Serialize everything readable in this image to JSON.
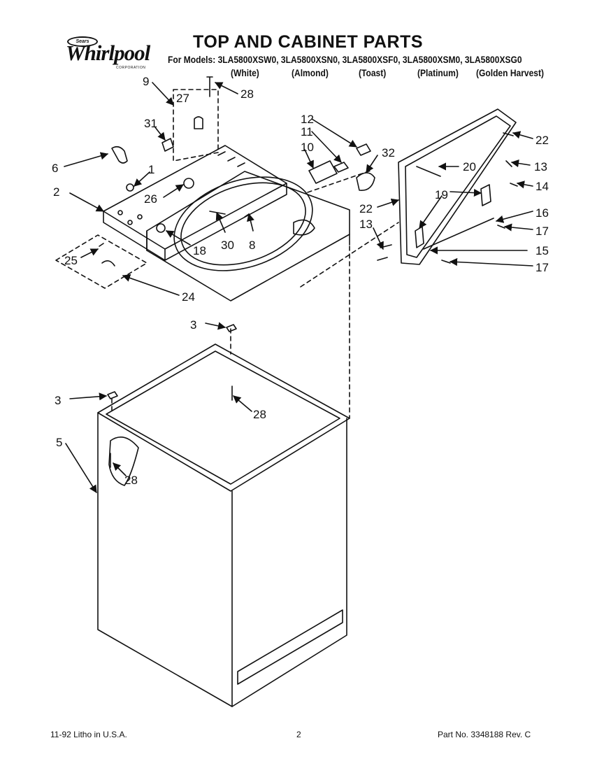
{
  "header": {
    "logo_badge": "Sears",
    "logo_word": "Whirlpool",
    "logo_corp": "CORPORATION",
    "title": "TOP AND CABINET PARTS",
    "models_line": "For Models:  3LA5800XSW0, 3LA5800XSN0, 3LA5800XSF0, 3LA5800XSM0, 3LA5800XSG0",
    "colors": [
      "(White)",
      "(Almond)",
      "(Toast)",
      "(Platinum)",
      "(Golden Harvest)"
    ]
  },
  "callouts": [
    "9",
    "27",
    "28",
    "31",
    "12",
    "11",
    "10",
    "32",
    "22",
    "6",
    "1",
    "2",
    "26",
    "20",
    "13",
    "14",
    "19",
    "22",
    "16",
    "13",
    "17",
    "15",
    "17",
    "25",
    "18",
    "30",
    "8",
    "24",
    "3",
    "28",
    "3",
    "5",
    "28"
  ],
  "footer": {
    "left": "11-92 Litho in U.S.A.",
    "center": "2",
    "right": "Part No. 3348188  Rev. C"
  }
}
